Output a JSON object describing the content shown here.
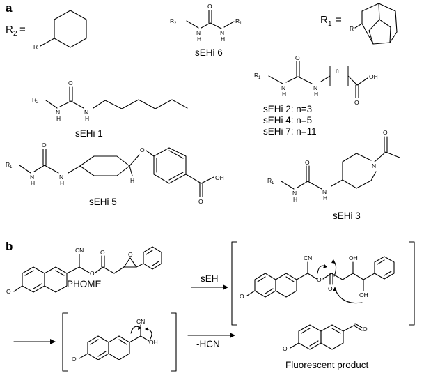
{
  "panel_a": {
    "label": "a",
    "r2_label": "R",
    "r2_sub": "2",
    "r1_label": "R",
    "r1_sub": "1",
    "equals": "=",
    "compounds": {
      "sehi6": "sEHi 6",
      "sehi1": "sEHi 1",
      "sehi2": "sEHi 2: n=3",
      "sehi4": "sEHi 4: n=5",
      "sehi7": "sEHi 7: n=11",
      "sehi5": "sEHi 5",
      "sehi3": "sEHi 3"
    },
    "chain_n": "n"
  },
  "panel_b": {
    "label": "b",
    "substrate": "PHOME",
    "enzyme": "sEH",
    "elimination": "-HCN",
    "product": "Fluorescent product"
  },
  "atoms": {
    "R": "R",
    "R1": "R",
    "R2": "R",
    "s1": "1",
    "s2": "2",
    "N": "N",
    "H": "H",
    "O": "O",
    "OH": "OH",
    "CN": "CN"
  }
}
